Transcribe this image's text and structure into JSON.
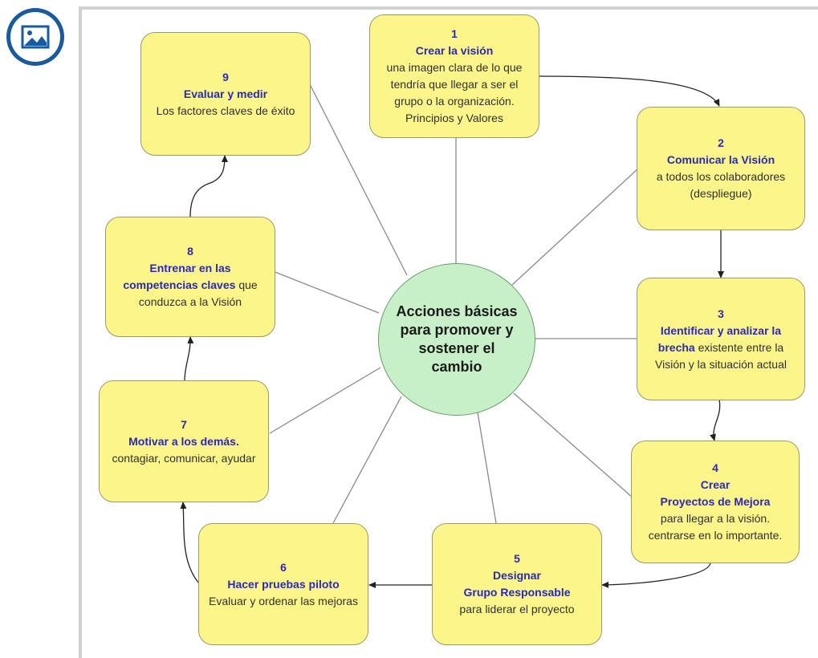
{
  "center_label": "Acciones básicas para promover y sostener el cambio",
  "nodes": [
    {
      "num": "1",
      "title": "Crear la visión",
      "desc": "una imagen clara de lo que tendría que llegar a ser el grupo o la organización. Principios y Valores"
    },
    {
      "num": "2",
      "title": "Comunicar la Visión",
      "desc": "a todos los colaboradores (despliegue)"
    },
    {
      "num": "3",
      "title": "Identificar y analizar la brecha",
      "desc": "existente entre la Visión y la situación actual"
    },
    {
      "num": "4",
      "title_line1": "Crear",
      "title_line2": "Proyectos de Mejora",
      "desc": "para llegar a la visión. centrarse en lo importante."
    },
    {
      "num": "5",
      "title_line1": "Designar",
      "title_line2": "Grupo Responsable",
      "desc": "para liderar el proyecto"
    },
    {
      "num": "6",
      "title": "Hacer pruebas piloto",
      "desc": "Evaluar y ordenar las mejoras"
    },
    {
      "num": "7",
      "title": "Motivar a los demás.",
      "desc": "contagiar, comunicar, ayudar"
    },
    {
      "num": "8",
      "title": "Entrenar en las competencias claves",
      "desc": "que conduzca a la Visión"
    },
    {
      "num": "9",
      "title": "Evaluar y medir",
      "desc": "Los factores claves de éxito"
    }
  ],
  "colors": {
    "node_fill": "#fbf58a",
    "center_fill": "#c8f0c8",
    "title_text": "#2a2ab8",
    "badge": "#1a5a9e"
  },
  "icons": {
    "badge": "image-icon"
  }
}
